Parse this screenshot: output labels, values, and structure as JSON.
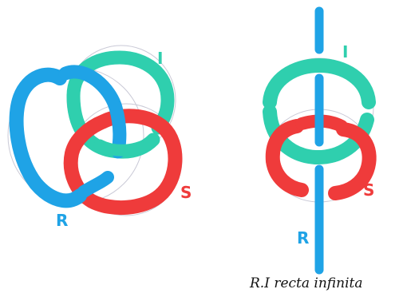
{
  "colors": {
    "R": "#1fa3e6",
    "I": "#2fcfae",
    "S": "#ef3b3b",
    "pencil": "#c9c9d6",
    "ink": "#111111"
  },
  "left_figure": {
    "label_R": "R",
    "label_I": "I",
    "label_S": "S"
  },
  "right_figure": {
    "label_R": "R",
    "label_I": "I",
    "label_S": "S",
    "caption": "R.I recta infinita"
  }
}
